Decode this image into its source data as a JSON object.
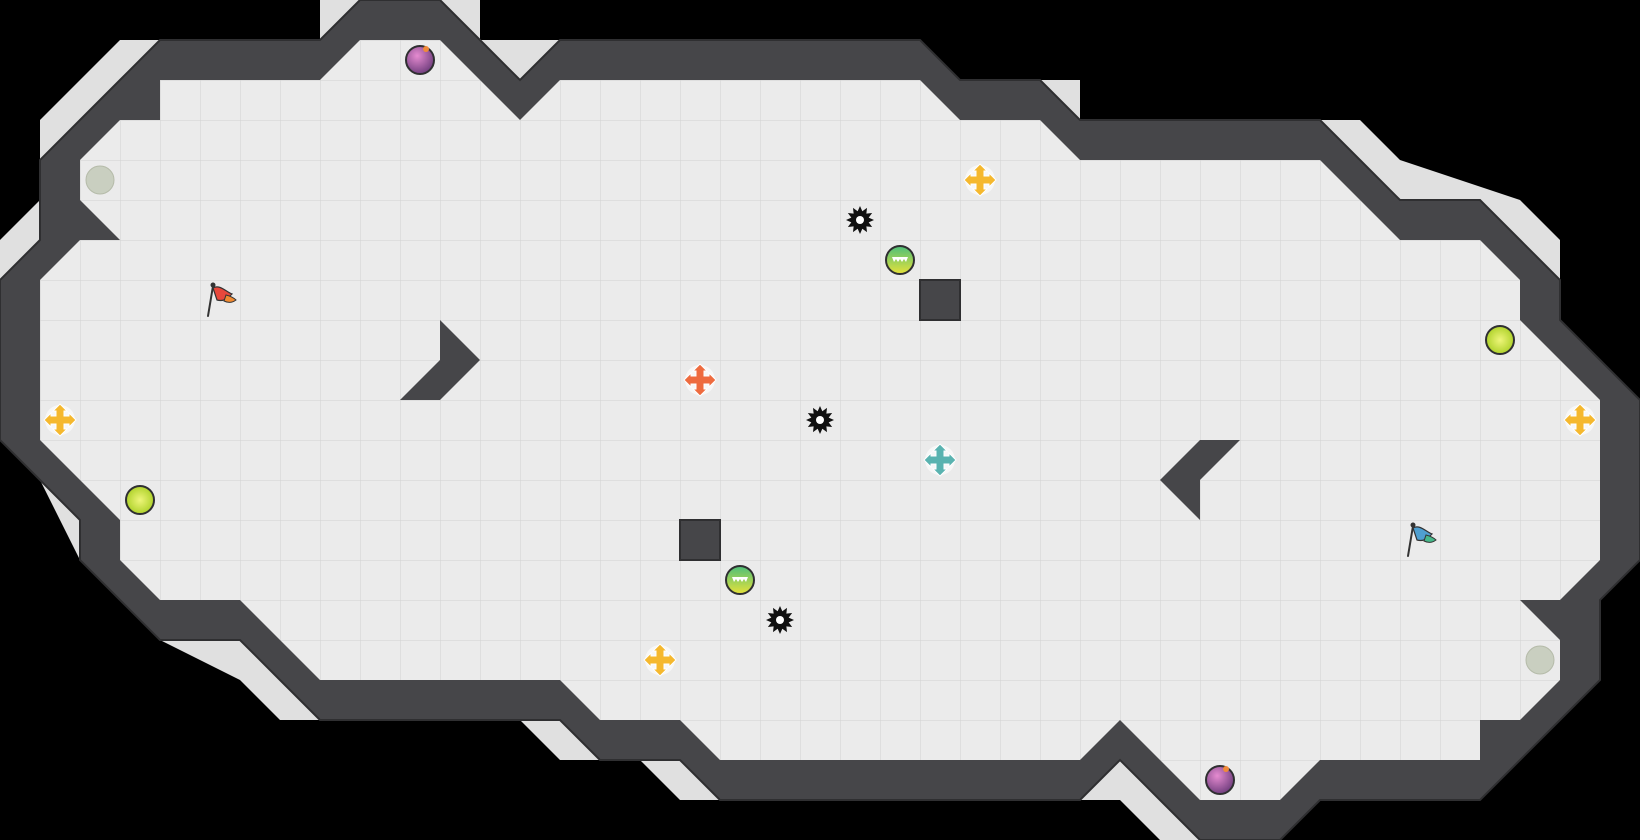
{
  "game": {
    "title": "",
    "colors": {
      "void": "#000000",
      "floor": "#ebebeb",
      "grid": "#d4d4d4",
      "wall": "#464649",
      "wall_edge": "#2f2f31",
      "bevel": "#dcdcdc",
      "team_red": "#e8483c",
      "team_blue": "#4f9fd0",
      "boost_yellow": "#f5b82e",
      "boost_orange": "#ee6b3f",
      "boost_teal": "#5ab3b0",
      "powerup_lime": "#c5e03a",
      "bomb_purple": "#8d4c97",
      "spike": "#111111",
      "spawn_gray": "#c9cfc0"
    },
    "flags": [
      {
        "team": "red",
        "icon": "red-flag-icon",
        "col": 5,
        "row": 7
      },
      {
        "team": "blue",
        "icon": "blue-flag-icon",
        "col": 35,
        "row": 13
      }
    ],
    "boosts": [
      {
        "team": "neutral",
        "col": 24,
        "row": 4
      },
      {
        "team": "neutral",
        "col": 1,
        "row": 10
      },
      {
        "team": "neutral",
        "col": 39,
        "row": 10
      },
      {
        "team": "neutral",
        "col": 16,
        "row": 16
      },
      {
        "team": "red",
        "col": 17,
        "row": 9
      },
      {
        "team": "blue",
        "col": 23,
        "row": 11
      }
    ],
    "spikes": [
      {
        "col": 21,
        "row": 5
      },
      {
        "col": 20,
        "row": 10
      },
      {
        "col": 19,
        "row": 15
      }
    ],
    "powerups": [
      {
        "col": 22,
        "row": 6
      },
      {
        "col": 18,
        "row": 14
      }
    ],
    "lime_orbs": [
      {
        "col": 37,
        "row": 8
      },
      {
        "col": 3,
        "row": 12
      }
    ],
    "bombs": [
      {
        "col": 10,
        "row": 1
      },
      {
        "col": 30,
        "row": 19
      }
    ],
    "spawn_tiles": [
      {
        "col": 2,
        "row": 4
      },
      {
        "col": 38,
        "row": 16
      }
    ]
  }
}
